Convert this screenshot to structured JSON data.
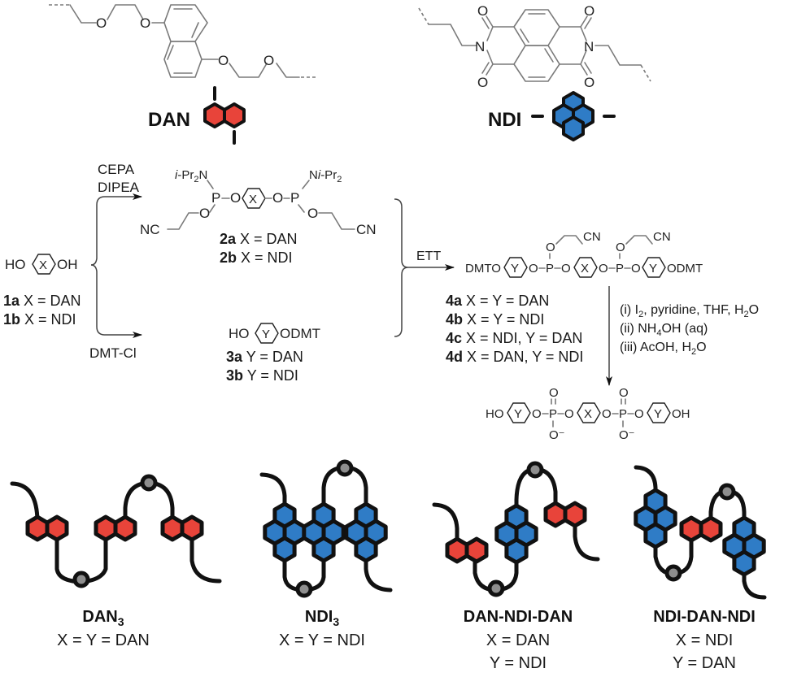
{
  "building_blocks": {
    "dan": {
      "label": "DAN",
      "color": "#e8443a"
    },
    "ndi": {
      "label": "NDI",
      "color": "#2f7cc6"
    },
    "structure_atoms": {
      "oxygen": "O",
      "nitrogen": "N"
    }
  },
  "linker_color": "#8e8e8e",
  "reagents": {
    "step1_top": [
      "CEPA",
      "DIPEA"
    ],
    "step1_bottom": "DMT-Cl",
    "coupling": "ETT",
    "deprotection": [
      {
        "prefix": "(i) I",
        "sub": "2",
        "suffix": ", pyridine, THF, H",
        "sub2": "2",
        "suffix2": "O"
      },
      {
        "prefix": "(ii) NH",
        "sub": "4",
        "suffix": "OH (aq)"
      },
      {
        "prefix": "(iii) AcOH, H",
        "sub": "2",
        "suffix": "O"
      }
    ]
  },
  "compound1": {
    "left": "HO",
    "core": "X",
    "right": "OH",
    "variants": [
      {
        "id": "1a",
        "text": " X = DAN"
      },
      {
        "id": "1b",
        "text": " X = NDI"
      }
    ]
  },
  "compound2": {
    "amine_left": "i-Pr",
    "amine_left_sub": "2",
    "amine_left_n": "N",
    "amine_right_n": "N",
    "amine_right": "i-Pr",
    "amine_right_sub": "2",
    "p": "P",
    "o": "O",
    "core": "X",
    "nc": "NC",
    "cn": "CN",
    "variants": [
      {
        "id": "2a",
        "text": " X = DAN"
      },
      {
        "id": "2b",
        "text": " X = NDI"
      }
    ]
  },
  "compound3": {
    "left": "HO",
    "core": "Y",
    "right": "ODMT",
    "variants": [
      {
        "id": "3a",
        "text": " Y = DAN"
      },
      {
        "id": "3b",
        "text": " Y = NDI"
      }
    ]
  },
  "compound4": {
    "left": "DMTO",
    "right": "ODMT",
    "p": "P",
    "o": "O",
    "cn": "CN",
    "core_x": "X",
    "core_y": "Y",
    "variants": [
      {
        "id": "4a",
        "text": " X = Y = DAN"
      },
      {
        "id": "4b",
        "text": " X = Y = NDI"
      },
      {
        "id": "4c",
        "text": " X = NDI, Y = DAN"
      },
      {
        "id": "4d",
        "text": " X = DAN, Y = NDI"
      }
    ]
  },
  "product": {
    "left": "HO",
    "right": "OH",
    "p": "P",
    "o": "O",
    "o_minus": "O⁻",
    "core_x": "X",
    "core_y": "Y"
  },
  "cartoons": [
    {
      "name": "DAN",
      "sub": "3",
      "lines": [
        "X = Y = DAN"
      ]
    },
    {
      "name": "NDI",
      "sub": "3",
      "lines": [
        "X = Y = NDI"
      ]
    },
    {
      "name": "DAN-NDI-DAN",
      "sub": "",
      "lines": [
        "X = DAN",
        "Y = NDI"
      ]
    },
    {
      "name": "NDI-DAN-NDI",
      "sub": "",
      "lines": [
        "X = NDI",
        "Y = DAN"
      ]
    }
  ]
}
